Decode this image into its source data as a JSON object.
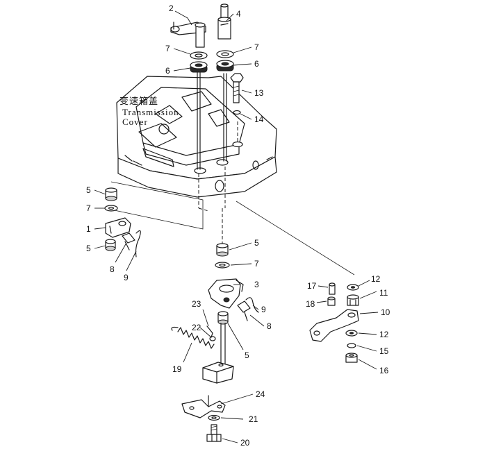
{
  "caption": {
    "cn": "变速箱盖",
    "en1": "Transmission",
    "en2": "Cover"
  },
  "callouts": [
    {
      "n": "2"
    },
    {
      "n": "4"
    },
    {
      "n": "7"
    },
    {
      "n": "7"
    },
    {
      "n": "6"
    },
    {
      "n": "6"
    },
    {
      "n": "13"
    },
    {
      "n": "14"
    },
    {
      "n": "5"
    },
    {
      "n": "7"
    },
    {
      "n": "1"
    },
    {
      "n": "5"
    },
    {
      "n": "8"
    },
    {
      "n": "9"
    },
    {
      "n": "5"
    },
    {
      "n": "7"
    },
    {
      "n": "3"
    },
    {
      "n": "9"
    },
    {
      "n": "8"
    },
    {
      "n": "5"
    },
    {
      "n": "23"
    },
    {
      "n": "22"
    },
    {
      "n": "19"
    },
    {
      "n": "24"
    },
    {
      "n": "21"
    },
    {
      "n": "20"
    },
    {
      "n": "17"
    },
    {
      "n": "12"
    },
    {
      "n": "11"
    },
    {
      "n": "18"
    },
    {
      "n": "10"
    },
    {
      "n": "12"
    },
    {
      "n": "15"
    },
    {
      "n": "16"
    }
  ]
}
